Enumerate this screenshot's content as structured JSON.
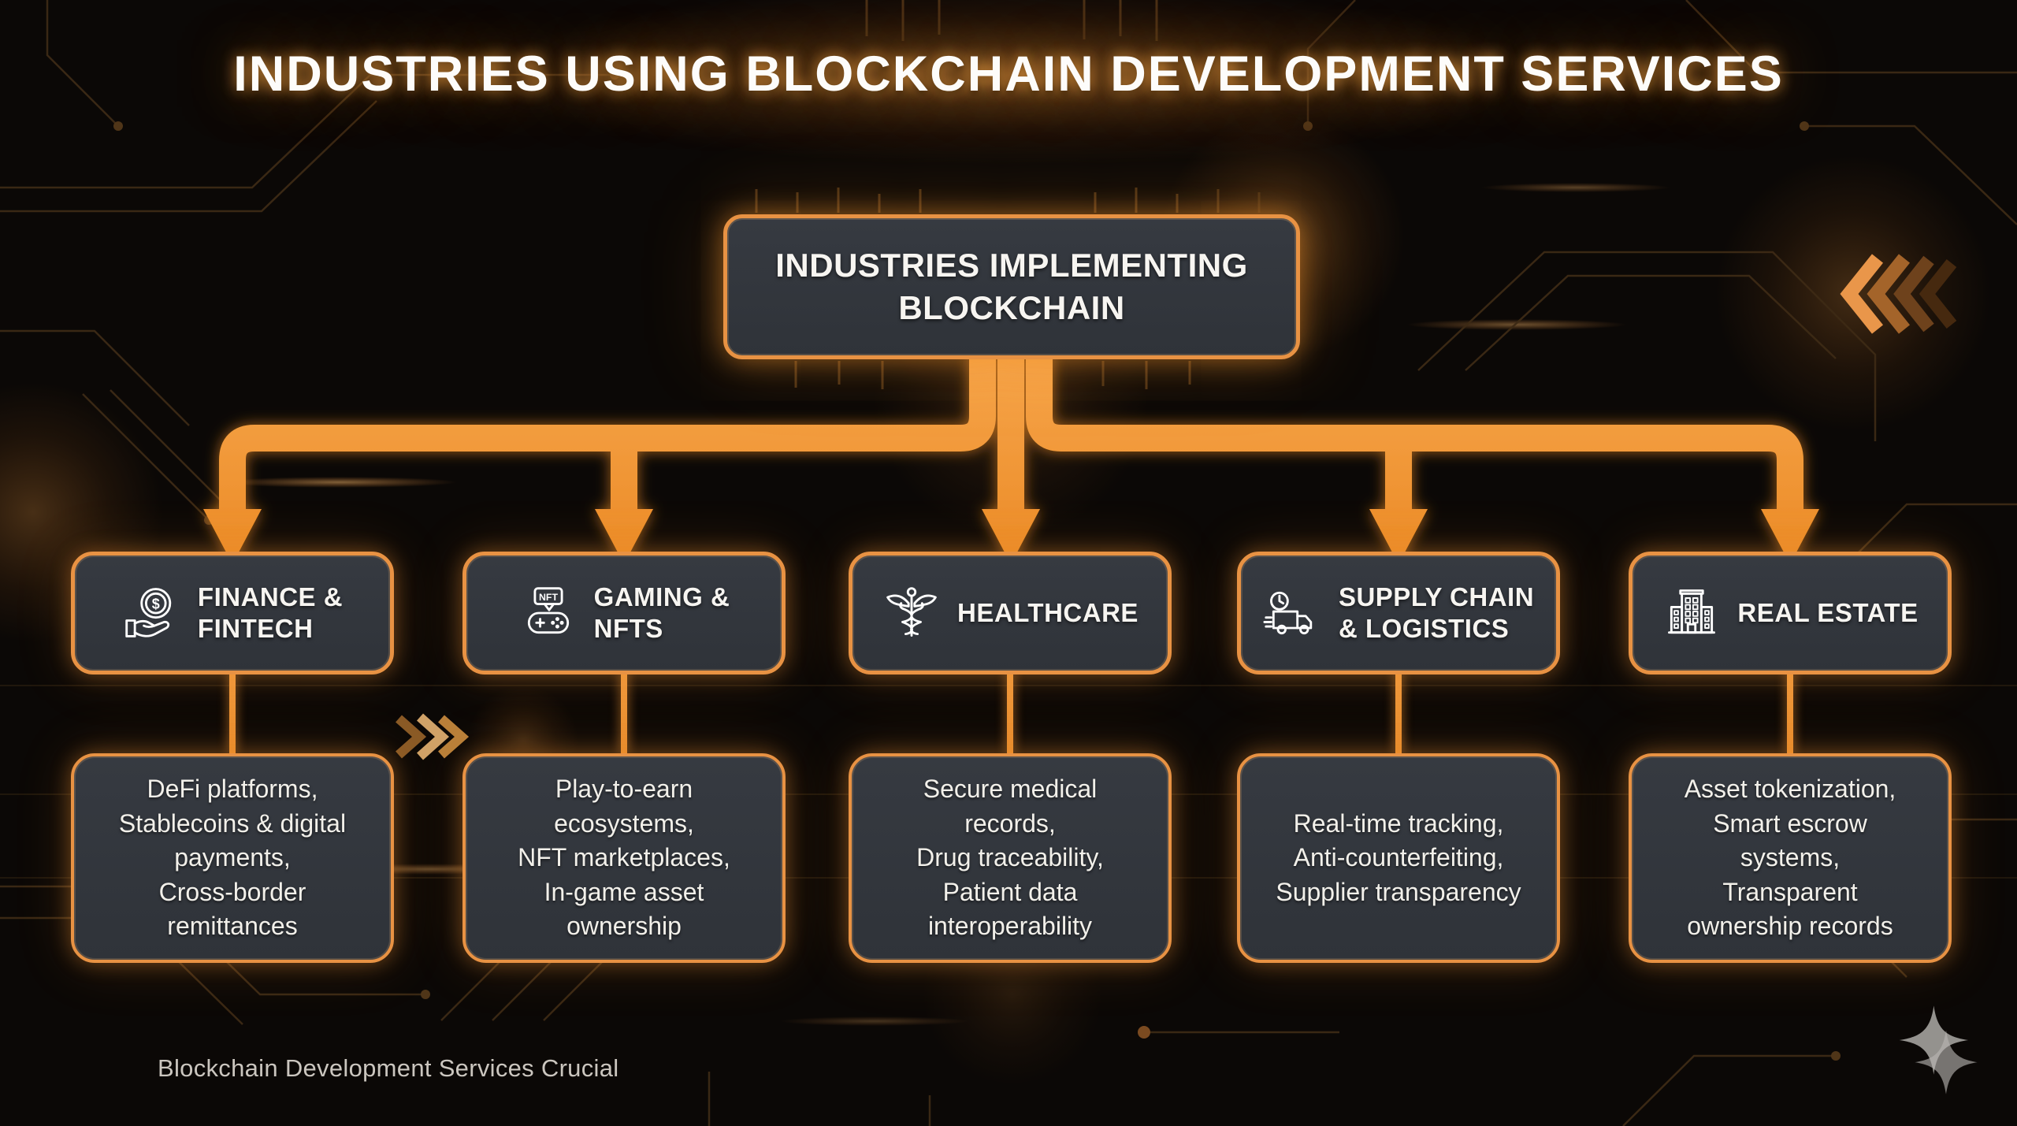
{
  "title": "INDUSTRIES USING BLOCKCHAIN DEVELOPMENT SERVICES",
  "root": {
    "label": "INDUSTRIES IMPLEMENTING BLOCKCHAIN"
  },
  "branches": [
    {
      "id": "finance-fintech",
      "icon": "hand-coin-icon",
      "label": "FINANCE & FINTECH",
      "label_lines": [
        "FINANCE &",
        "FINTECH"
      ],
      "items": [
        "DeFi platforms,",
        "Stablecoins & digital payments,",
        "Cross-border remittances"
      ]
    },
    {
      "id": "gaming-nfts",
      "icon": "gamepad-nft-icon",
      "label": "GAMING & NFTS",
      "label_lines": [
        "GAMING &",
        "NFTS"
      ],
      "items": [
        "Play-to-earn ecosystems,",
        "NFT marketplaces,",
        "In-game asset ownership"
      ]
    },
    {
      "id": "healthcare",
      "icon": "caduceus-icon",
      "label": "HEALTHCARE",
      "label_lines": [
        "HEALTHCARE"
      ],
      "items": [
        "Secure medical records,",
        "Drug traceability,",
        "Patient data interoperability"
      ]
    },
    {
      "id": "supply-chain-logistics",
      "icon": "delivery-truck-icon",
      "label": "SUPPLY CHAIN & LOGISTICS",
      "label_lines": [
        "SUPPLY CHAIN",
        "& LOGISTICS"
      ],
      "items": [
        "Real-time tracking,",
        "Anti-counterfeiting,",
        "Supplier transparency"
      ]
    },
    {
      "id": "real-estate",
      "icon": "building-icon",
      "label": "REAL ESTATE",
      "label_lines": [
        "REAL ESTATE"
      ],
      "items": [
        "Asset tokenization,",
        "Smart escrow systems,",
        "Transparent ownership records"
      ]
    }
  ],
  "footer": "Blockchain Development Services Crucial",
  "colors": {
    "background": "#0b0806",
    "box_fill": "#33373d",
    "box_border": "#e89243",
    "arrow_orange": "#f0932f",
    "text_primary": "#f5f3ef",
    "footer_text": "#cbc6bf"
  }
}
